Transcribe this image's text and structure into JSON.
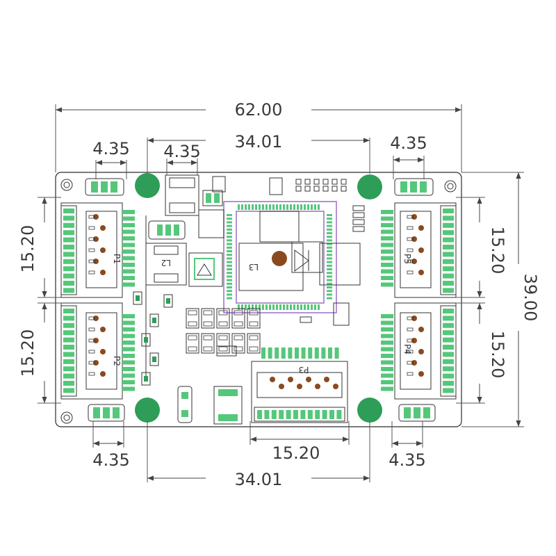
{
  "dimensions": {
    "overall_width": "62.00",
    "overall_height": "39.00",
    "hole_spacing_top": "34.01",
    "hole_spacing_bottom": "34.01",
    "connector_width_top_left": "4.35",
    "connector_width_top_left_inner": "4.35",
    "connector_width_top_right": "4.35",
    "connector_width_bottom_left": "4.35",
    "connector_width_bottom_right": "4.35",
    "left_upper_port": "15.20",
    "left_lower_port": "15.20",
    "right_upper_port": "15.20",
    "right_lower_port": "15.20",
    "bottom_port": "15.20"
  },
  "designators": {
    "left_upper": "P1",
    "left_lower": "P2",
    "bottom_center": "P3",
    "right_lower": "P4",
    "right_upper": "P5",
    "inductor_left": "L2",
    "inductor_center": "L3"
  },
  "colors": {
    "pcb": "#ffffff",
    "outline": "#2b2b2b",
    "copper_pad": "#55c77a",
    "mount_pad": "#2e9d57",
    "via": "#8a4a1f",
    "silk_purple": "#9a6fc4",
    "dimension": "#444444"
  }
}
